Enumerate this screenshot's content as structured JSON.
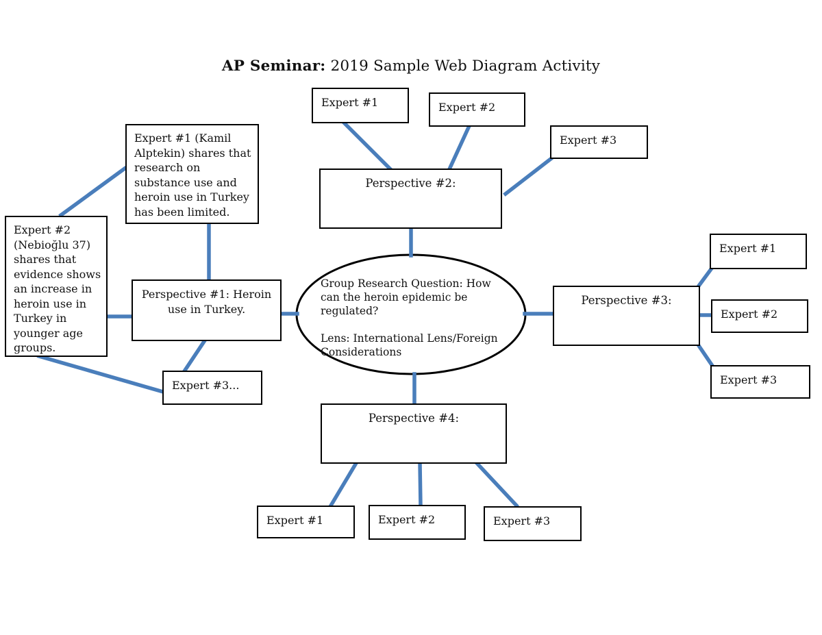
{
  "page": {
    "title_bold": "AP Seminar:",
    "title_rest": "2019 Sample Web Diagram Activity"
  },
  "center": {
    "question": "Group Research Question: How can the heroin epidemic be regulated?",
    "lens": "Lens: International Lens/Foreign Considerations"
  },
  "perspectives": {
    "p1": {
      "label": "Perspective #1: Heroin use in Turkey.",
      "experts": {
        "e1": "Expert #1 (Kamil Alptekin) shares that research on substance use and heroin use in Turkey has been limited.",
        "e2": "Expert #2 (Nebioğlu 37) shares that evidence shows an increase in heroin use in Turkey in younger age groups.",
        "e3": "Expert #3..."
      }
    },
    "p2": {
      "label": "Perspective #2:",
      "experts": {
        "e1": "Expert #1",
        "e2": "Expert #2",
        "e3": "Expert #3"
      }
    },
    "p3": {
      "label": "Perspective #3:",
      "experts": {
        "e1": "Expert #1",
        "e2": "Expert #2",
        "e3": "Expert #3"
      }
    },
    "p4": {
      "label": "Perspective #4:",
      "experts": {
        "e1": "Expert #1",
        "e2": "Expert #2",
        "e3": "Expert #3"
      }
    }
  },
  "colors": {
    "connector": "#4a7ebb",
    "shape_border": "#000000",
    "background": "#ffffff",
    "text": "#111111"
  },
  "connections": [
    {
      "from": "p1-expert2-box",
      "to": "p1-expert1-box"
    },
    {
      "from": "p1-expert1-box",
      "to": "perspective1-box"
    },
    {
      "from": "p1-expert2-box",
      "to": "perspective1-box"
    },
    {
      "from": "perspective1-box",
      "to": "research-question-ellipse"
    },
    {
      "from": "perspective1-box",
      "to": "p1-expert3-box"
    },
    {
      "from": "p1-expert2-box",
      "to": "p1-expert3-box"
    },
    {
      "from": "p2-expert1-box",
      "to": "perspective2-box"
    },
    {
      "from": "p2-expert2-box",
      "to": "perspective2-box"
    },
    {
      "from": "p2-expert3-box",
      "to": "perspective2-box"
    },
    {
      "from": "perspective2-box",
      "to": "research-question-ellipse"
    },
    {
      "from": "research-question-ellipse",
      "to": "perspective3-box"
    },
    {
      "from": "perspective3-box",
      "to": "p3-expert1-box"
    },
    {
      "from": "perspective3-box",
      "to": "p3-expert2-box"
    },
    {
      "from": "perspective3-box",
      "to": "p3-expert3-box"
    },
    {
      "from": "research-question-ellipse",
      "to": "perspective4-box"
    },
    {
      "from": "perspective4-box",
      "to": "p4-expert1-box"
    },
    {
      "from": "perspective4-box",
      "to": "p4-expert2-box"
    },
    {
      "from": "perspective4-box",
      "to": "p4-expert3-box"
    }
  ]
}
